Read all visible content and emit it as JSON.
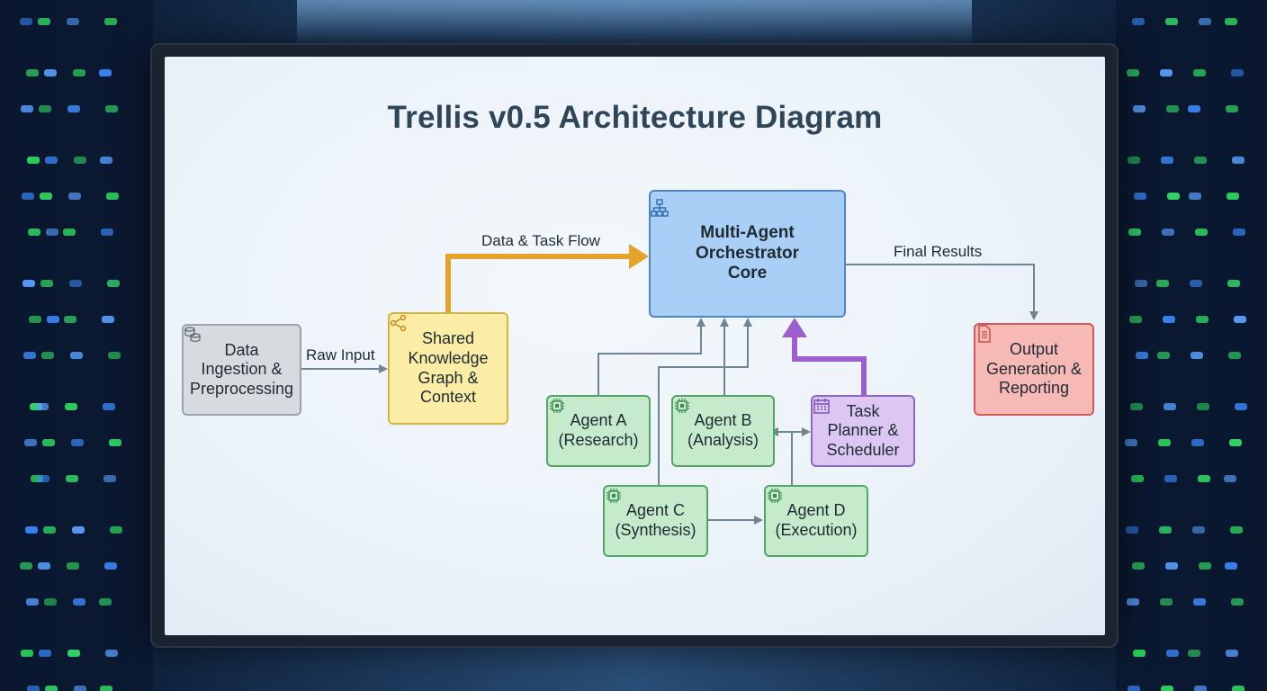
{
  "diagram": {
    "title": "Trellis v0.5 Architecture Diagram",
    "nodes": {
      "ingestion": {
        "label": "Data\nIngestion &\nPreprocessing",
        "icon": "database-icon"
      },
      "knowledge": {
        "label": "Shared\nKnowledge\nGraph &\nContext",
        "icon": "share-graph-icon"
      },
      "orchestrator": {
        "label": "Multi-Agent\nOrchestrator\nCore",
        "icon": "hierarchy-icon"
      },
      "output": {
        "label": "Output\nGeneration &\nReporting",
        "icon": "document-icon"
      },
      "agent_a": {
        "label": "Agent A\n(Research)",
        "icon": "chip-icon"
      },
      "agent_b": {
        "label": "Agent B\n(Analysis)",
        "icon": "chip-icon"
      },
      "agent_c": {
        "label": "Agent C\n(Synthesis)",
        "icon": "chip-icon"
      },
      "agent_d": {
        "label": "Agent D\n(Execution)",
        "icon": "chip-icon"
      },
      "planner": {
        "label": "Task\nPlanner &\nScheduler",
        "icon": "calendar-icon"
      }
    },
    "edges": {
      "raw_input": "Raw Input",
      "data_task_flow": "Data & Task Flow",
      "final_results": "Final Results"
    },
    "colors": {
      "gray": "#d7dbdf",
      "yellow": "#fbeda6",
      "blue": "#a9cff6",
      "red": "#f7b9b6",
      "green": "#c5ebcc",
      "purple": "#dcc6f2",
      "flow_orange": "#e3a32c",
      "flow_purple": "#9b5fd0",
      "connector": "#6f8593"
    }
  }
}
